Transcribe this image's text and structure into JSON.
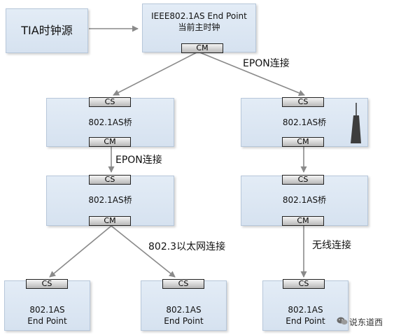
{
  "diagram": {
    "source": {
      "label": "TIA时钟源"
    },
    "grandmaster": {
      "line1": "IEEE802.1AS  End Point",
      "line2": "当前主时钟",
      "port": "CM"
    },
    "bridge_left_1": {
      "in_port": "CS",
      "label": "802.1AS桥",
      "out_port": "CM"
    },
    "bridge_right_1": {
      "in_port": "CS",
      "label": "802.1AS桥",
      "out_port": "CM",
      "icon": "antenna-icon"
    },
    "bridge_left_2": {
      "in_port": "CS",
      "label": "802.1AS桥",
      "out_port": "CM"
    },
    "bridge_right_2": {
      "in_port": "CS",
      "label": "802.1AS桥",
      "out_port": "CM"
    },
    "endpoint_1": {
      "port": "CS",
      "line1": "802.1AS",
      "line2": "End Point"
    },
    "endpoint_2": {
      "port": "CS",
      "line1": "802.1AS",
      "line2": "End Point"
    },
    "endpoint_3": {
      "port": "CS",
      "line1": "802.1AS",
      "line2": "End Point"
    },
    "links": {
      "epon_top": "EPON连接",
      "epon_left": "EPON连接",
      "ethernet": "802.3以太网连接",
      "wireless": "无线连接"
    }
  },
  "watermark": {
    "text": "说东道西",
    "icon": "wechat-icon"
  }
}
